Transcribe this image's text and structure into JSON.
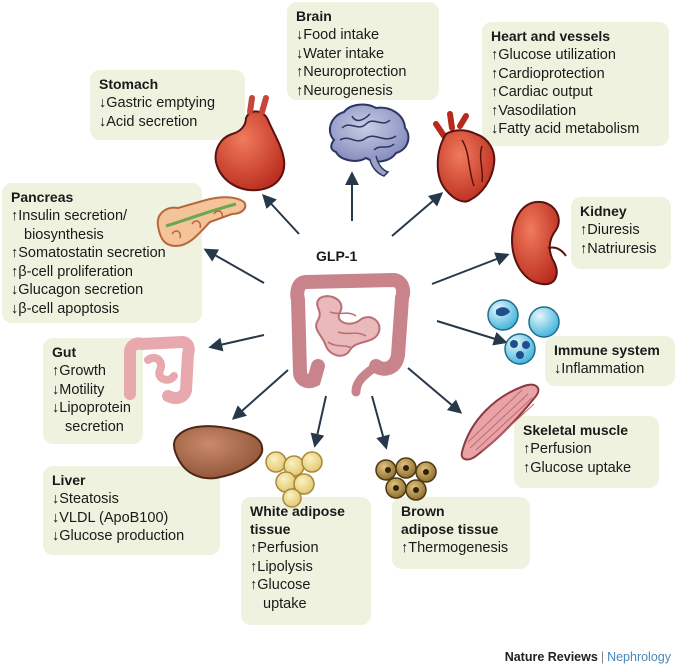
{
  "hub": {
    "label": "GLP-1"
  },
  "boxes": {
    "brain": {
      "title": "Brain",
      "lines": [
        "↓Food intake",
        "↓Water intake",
        "↑Neuroprotection",
        "↑Neurogenesis"
      ]
    },
    "heart": {
      "title": "Heart and vessels",
      "lines": [
        "↑Glucose utilization",
        "↑Cardioprotection",
        "↑Cardiac output",
        "↑Vasodilation",
        "↓Fatty acid metabolism"
      ]
    },
    "stomach": {
      "title": "Stomach",
      "lines": [
        "↓Gastric emptying",
        "↓Acid secretion"
      ]
    },
    "pancreas": {
      "title": "Pancreas",
      "lines": [
        "↑Insulin secretion/",
        "biosynthesis",
        "↑Somatostatin secretion",
        "↑β-cell proliferation",
        "↓Glucagon secretion",
        "↓β-cell apoptosis"
      ]
    },
    "kidney": {
      "title": "Kidney",
      "lines": [
        "↑Diuresis",
        "↑Natriuresis"
      ]
    },
    "immune": {
      "title": "Immune system",
      "lines": [
        "↓Inflammation"
      ]
    },
    "gut": {
      "title": "Gut",
      "lines": [
        "↑Growth",
        "↓Motility",
        "↓Lipoprotein",
        "secretion"
      ]
    },
    "skeletal": {
      "title": "Skeletal muscle",
      "lines": [
        "↑Perfusion",
        "↑Glucose uptake"
      ]
    },
    "liver": {
      "title": "Liver",
      "lines": [
        "↓Steatosis",
        "↓VLDL (ApoB100)",
        "↓Glucose production"
      ]
    },
    "white": {
      "title_lines": [
        "White adipose",
        "tissue"
      ],
      "lines": [
        "↑Perfusion",
        "↑Lipolysis",
        "↑Glucose",
        "uptake"
      ]
    },
    "brown": {
      "title_lines": [
        "Brown",
        "adipose tissue"
      ],
      "lines": [
        "↑Thermogenesis"
      ]
    }
  },
  "footer": {
    "publisher": "Nature Reviews",
    "journal": "Nephrology"
  },
  "colors": {
    "box_bg": "#eef2df",
    "arrow": "#26384a",
    "journal": "#4a86b8"
  },
  "icons": [
    "brain-icon",
    "heart-icon",
    "stomach-icon",
    "pancreas-icon",
    "kidney-icon",
    "immune-cells-icon",
    "gut-icon",
    "muscle-icon",
    "liver-icon",
    "white-adipose-icon",
    "brown-adipose-icon",
    "intestine-icon"
  ]
}
